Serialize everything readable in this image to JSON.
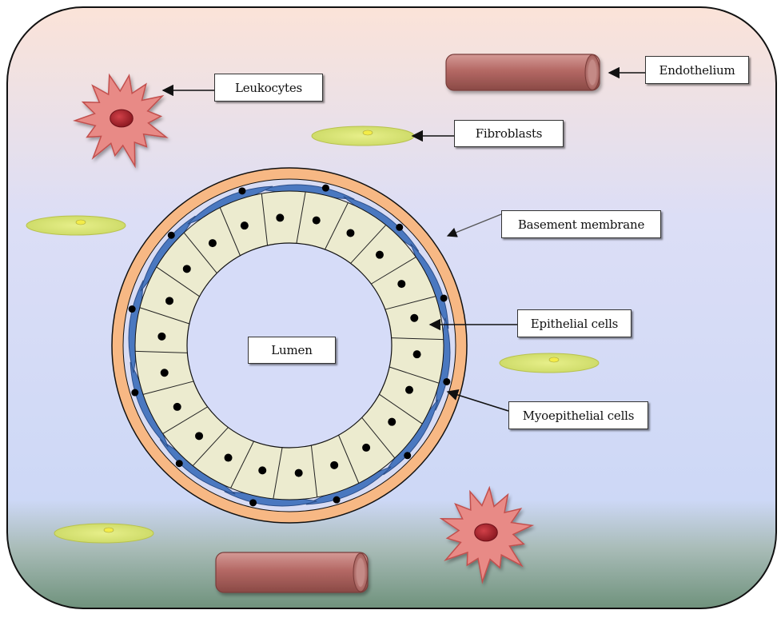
{
  "labels": {
    "leukocytes": "Leukocytes",
    "endothelium": "Endothelium",
    "fibroblasts": "Fibroblasts",
    "basement_membrane": "Basement membrane",
    "epithelial_cells": "Epithelial cells",
    "myoepithelial_cells": "Myoepithelial cells",
    "lumen": "Lumen"
  },
  "colors": {
    "background_top": "#fbe3d8",
    "background_mid": "#d6dcf8",
    "background_bottom": "#7a9a86",
    "basement_membrane": "#f7b884",
    "myoepithelial": "#4a78c0",
    "epithelial": "#ecebcf",
    "nucleus": "#000000",
    "leukocyte": "#e88a86",
    "leukocyte_nucleus": "#b3242c",
    "fibroblast": "#dde87a",
    "endothelium": "#b86a66"
  }
}
